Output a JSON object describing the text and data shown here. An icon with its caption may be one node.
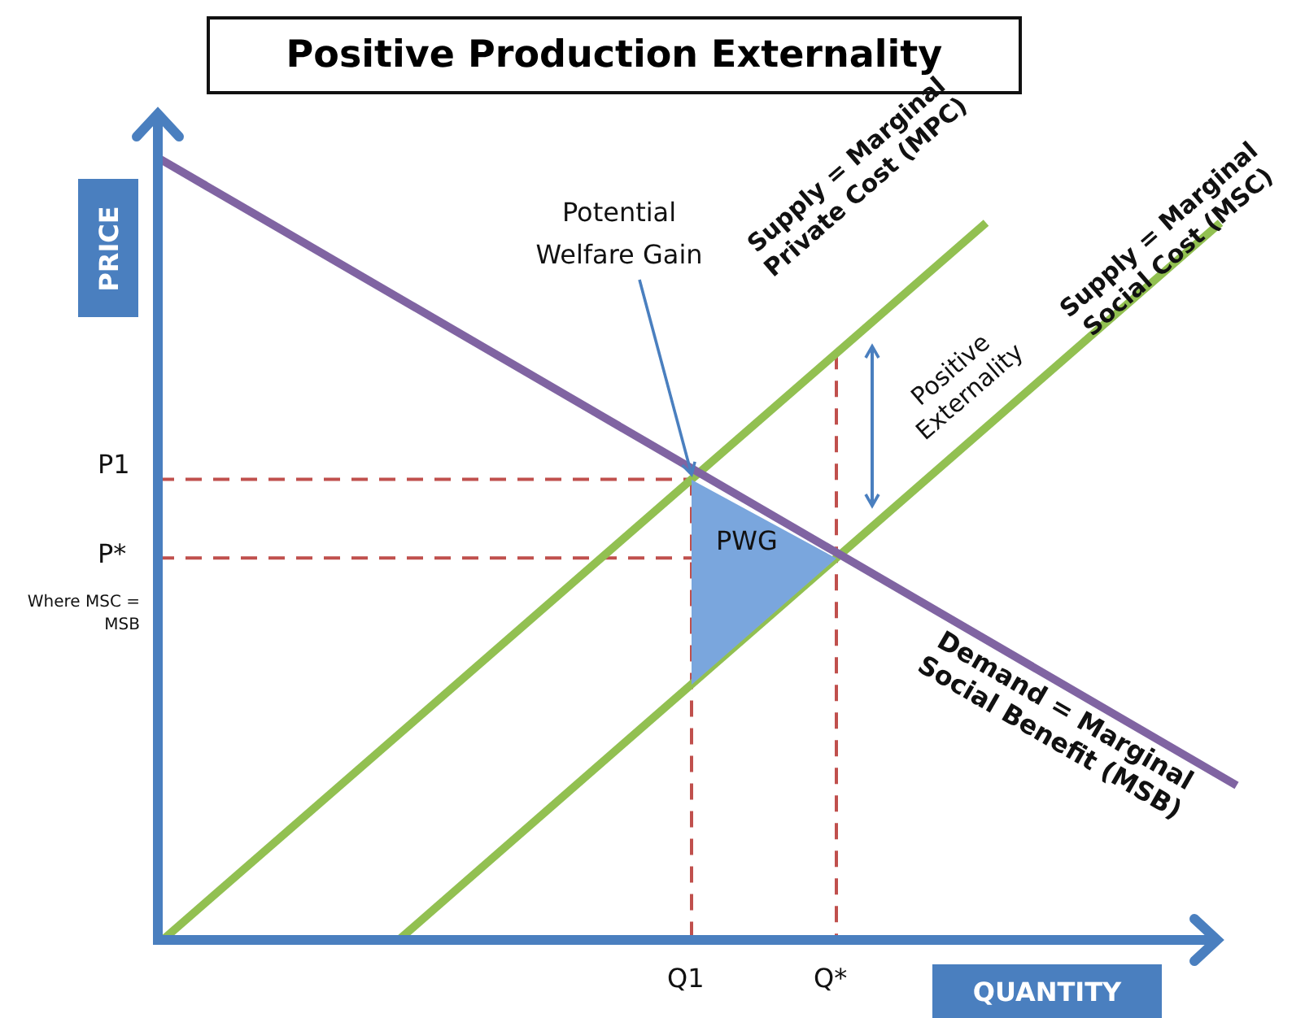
{
  "diagram": {
    "title": "Positive Production Externality",
    "nodes": [
      {
        "text": [
          "Potential Welfare Gain"
        ]
      },
      {
        "text": [
          "PWG"
        ]
      },
      {
        "text": [
          "PRICE"
        ]
      },
      {
        "text": [
          "QUANTITY"
        ]
      }
    ],
    "edges": [
      {
        "from": 0,
        "to": 1,
        "arrow": "to"
      }
    ],
    "labels": [
      "Supply = Marginal Private Cost (MPC)",
      "Positive Externality",
      "Supply = Marginal Social Cost (MSC)",
      "P1",
      "P*",
      "Where MSC = MSB",
      "Demand = Marginal Social Benefit (MSB)",
      "Q1",
      "Q*"
    ]
  }
}
